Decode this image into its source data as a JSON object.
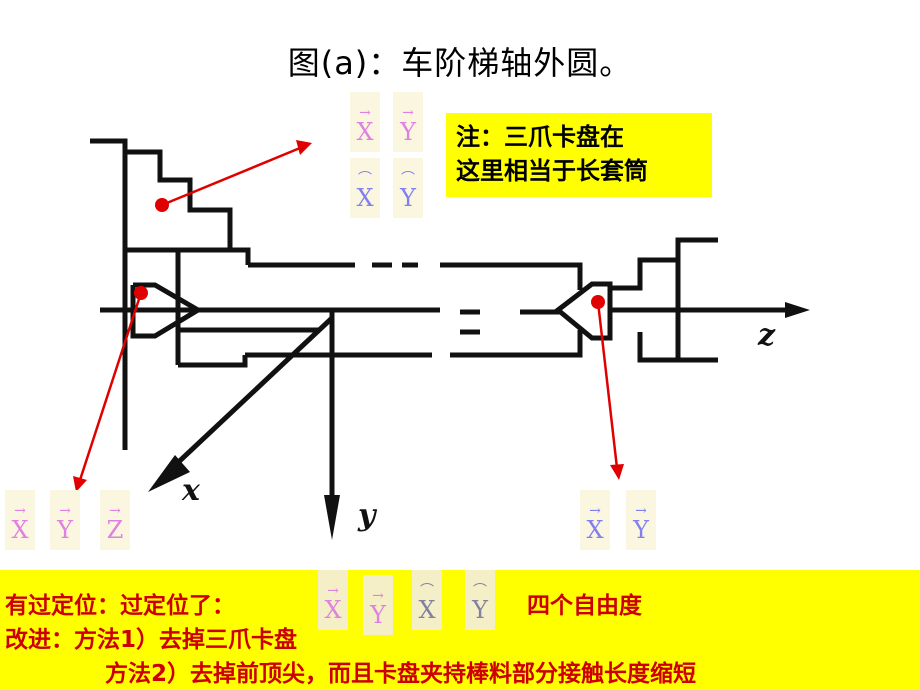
{
  "title": "图(a)：车阶梯轴外圆。",
  "note": {
    "line1": "注：三爪卡盘在",
    "line2": "这里相当于长套筒"
  },
  "axes": {
    "x": "x",
    "y": "y",
    "z": "z"
  },
  "vector_groups": {
    "top_move": [
      "X",
      "Y"
    ],
    "top_rot": [
      "X",
      "Y"
    ],
    "left": [
      "X",
      "Y",
      "Z"
    ],
    "right": [
      "X",
      "Y"
    ],
    "bottom_move": [
      "X",
      "Y"
    ],
    "bottom_rot": [
      "X",
      "Y"
    ]
  },
  "arrow_marks": {
    "move": "→",
    "rot": "⌒"
  },
  "colors": {
    "highlight": "#ffff00",
    "accent_red": "#e00000",
    "vec_pink": "#e080e0",
    "vec_blue": "#8080f0"
  },
  "bottom_text": {
    "line1_prefix": "有过定位：过定位了：",
    "line1_suffix": "四个自由度",
    "line2": "改进：方法1）去掉三爪卡盘",
    "line3": "方法2）去掉前顶尖，而且卡盘夹持棒料部分接触长度缩短"
  }
}
